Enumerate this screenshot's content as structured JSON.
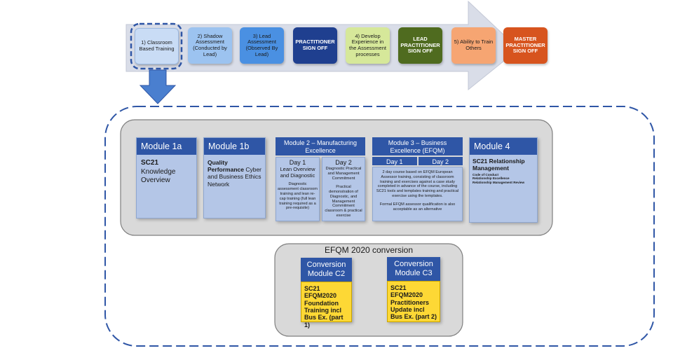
{
  "pathway": {
    "steps": [
      {
        "label": "1) Classroom Based Training",
        "color": "#c9dcf5",
        "text_color": "#1a1a1a"
      },
      {
        "label": "2) Shadow Assessment (Conducted by Lead)",
        "color": "#9cc3f0",
        "text_color": "#1a1a1a"
      },
      {
        "label": "3) Lead Assessment (Observed By Lead)",
        "color": "#4a90e2",
        "text_color": "#1a1a1a"
      },
      {
        "label": "PRACTITIONER SIGN OFF",
        "color": "#1f3f8f",
        "text_color": "#ffffff"
      },
      {
        "label": "4) Develop Experience in the Assessment processes",
        "color": "#d6e89a",
        "text_color": "#1a1a1a"
      },
      {
        "label": "LEAD PRACTITIONER SIGN OFF",
        "color": "#4f6b1f",
        "text_color": "#ffffff"
      },
      {
        "label": "5) Ability to Train Others",
        "color": "#f6a572",
        "text_color": "#1a1a1a"
      },
      {
        "label": "MASTER PRACTITIONER SIGN OFF",
        "color": "#d7541e",
        "text_color": "#ffffff"
      }
    ]
  },
  "modules": {
    "m1a": {
      "title": "Module 1a",
      "bold": "SC21",
      "text": "Knowledge Overview"
    },
    "m1b": {
      "title": "Module 1b",
      "bold": "Quality Performance",
      "text": " Cyber and Business Ethics Network"
    },
    "m2": {
      "title": "Module 2 – Manufacturing Excellence",
      "day1": {
        "label": "Day 1",
        "heading": "Lean Overview and Diagnostic",
        "body": "Diagnostic assessment classroom training and lean re-cap training (full lean training required as a pre-requisite)"
      },
      "day2": {
        "label": "Day 2",
        "heading": "Diagnostic Practical and Management Commitment",
        "body": "Practical demonstration of Diagnostic, and Management Commitment classroom & practical exercise"
      }
    },
    "m3": {
      "title": "Module 3 – Business Excellence (EFQM)",
      "day1": "Day 1",
      "day2": "Day 2",
      "body1": "2 day course based on EFQM European Assessor training, consisting of classroom training and exercises against a case study completed in advance of the course, including  SC21 tools and templates training and practical exercise using the templates.",
      "body2": "Formal EFQM assessor qualification is also acceptable as an alternative"
    },
    "m4": {
      "title": "Module 4",
      "bold": "SC21 Relationship Management",
      "items": [
        "Code of Conduct",
        "Relationship Excellence",
        "Relationship Management Review"
      ]
    }
  },
  "conversion": {
    "title": "EFQM 2020 conversion",
    "c2": {
      "title": "Conversion Module C2",
      "body": "SC21 EFQM2020 Foundation Training incl Bus Ex. (part 1)"
    },
    "c3": {
      "title": "Conversion Module C3",
      "body": "SC21 EFQM2020 Practitioners Update incl Bus Ex. (part 2)"
    }
  },
  "colors": {
    "module_header": "#2f56a6",
    "module_body": "#b4c6e7",
    "panel_bg": "#d9d9d9",
    "dashed": "#2f56a6",
    "arrow": "#d5d9e6",
    "conversion_body": "#fdd835"
  }
}
